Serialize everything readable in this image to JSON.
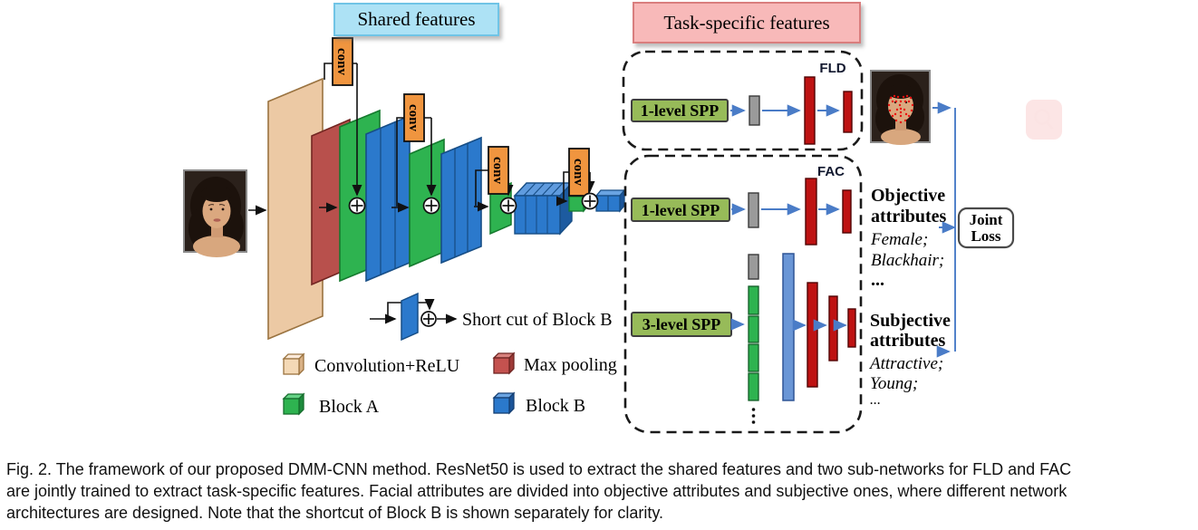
{
  "banner": {
    "shared": "Shared features",
    "task_specific": "Task-specific features"
  },
  "labels": {
    "conv": "conv",
    "spp_1level": "1-level SPP",
    "spp_3level": "3-level SPP",
    "fld": "FLD",
    "fac": "FAC",
    "shortcut": "Short cut of  Block B"
  },
  "legend": {
    "conv_relu": "Convolution+ReLU",
    "max_pooling": "Max pooling",
    "block_a": "Block A",
    "block_b": "Block B"
  },
  "outputs": {
    "objective": {
      "title_line1": "Objective",
      "title_line2": "attributes",
      "items": [
        "Female;",
        "Blackhair;",
        "..."
      ]
    },
    "subjective": {
      "title_line1": "Subjective",
      "title_line2": "attributes",
      "items": [
        "Attractive;",
        "Young;",
        "..."
      ]
    },
    "joint_loss": {
      "line1": "Joint",
      "line2": "Loss"
    }
  },
  "caption": {
    "lines": [
      "Fig. 2. The framework of our proposed DMM-CNN method. ResNet50 is used to extract the shared features and two sub-networks for FLD and FAC",
      "are jointly trained to extract task-specific features. Facial attributes are divided into objective attributes and subjective ones, where different network",
      "architectures are designed. Note that the shortcut of Block B is shown separately for clarity."
    ]
  },
  "colors": {
    "block_a": "#2eb350",
    "block_b": "#2b79cc",
    "conv_relu_tan": "#ecc9a4",
    "max_pooling_red": "#b8504c",
    "conv_tag_orange": "#f0953f",
    "spp_green": "#97bb59",
    "bar_red": "#be1212",
    "bar_gray": "#9a9a9a",
    "fc_bar_blue": "#6a96d6",
    "arrow_blue": "#4a7cc7",
    "shared_banner_bg": "#ade2f5",
    "task_banner_bg": "#f8b9b9"
  }
}
